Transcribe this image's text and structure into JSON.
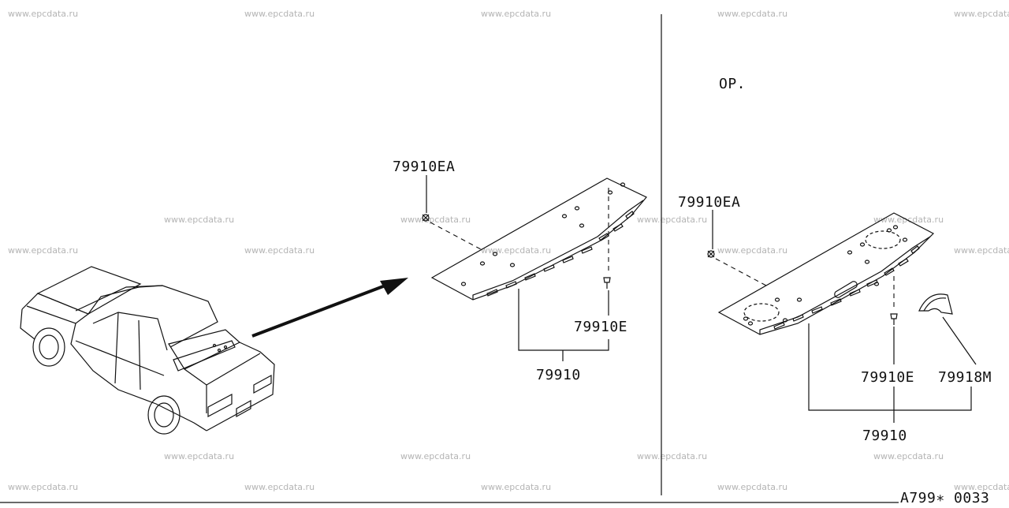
{
  "watermark": "www.epcdata.ru",
  "left_panel": {
    "clip_label": "79910EA",
    "clip_lower_label": "79910E",
    "panel_label": "79910"
  },
  "right_panel": {
    "option_label": "OP.",
    "clip_label": "79910EA",
    "clip_lower_label": "79910E",
    "cover_label": "79918M",
    "panel_label": "79910"
  },
  "diagram_code": "A799∗ 0033"
}
